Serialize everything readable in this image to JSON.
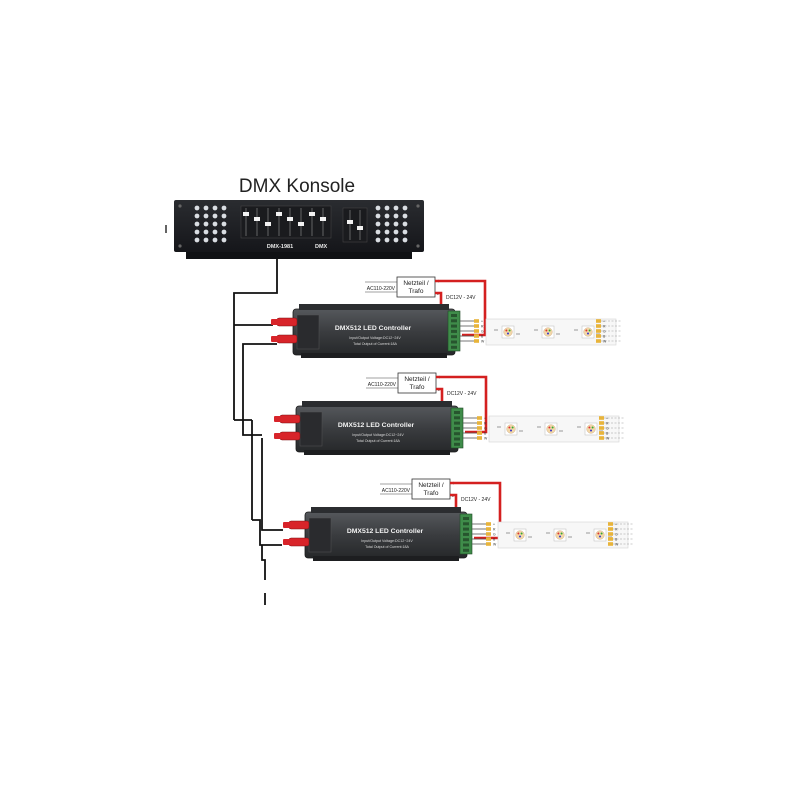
{
  "console": {
    "title": "DMX Konsole",
    "model": "DMX-1981",
    "dmx_text": "DMX"
  },
  "controllers": [
    {
      "label": "DMX512 LED Controller",
      "spec1": "Input/Output Voltage:DC12~24V",
      "spec2": "Total Output of Current:18A",
      "psu_label1": "Netzteil /",
      "psu_label2": "Trafo",
      "ac_label": "AC110-220V",
      "dc_label": "DC12V - 24V"
    },
    {
      "label": "DMX512 LED Controller",
      "spec1": "Input/Output Voltage:DC12~24V",
      "spec2": "Total Output of Current:18A",
      "psu_label1": "Netzteil /",
      "psu_label2": "Trafo",
      "ac_label": "AC110-220V",
      "dc_label": "DC12V - 24V"
    },
    {
      "label": "DMX512 LED Controller",
      "spec1": "Input/Output Voltage:DC12~24V",
      "spec2": "Total Output of Current:18A",
      "psu_label1": "Netzteil /",
      "psu_label2": "Trafo",
      "ac_label": "AC110-220V",
      "dc_label": "DC12V - 24V"
    }
  ],
  "strip_pins": [
    "+",
    "R",
    "G",
    "B",
    "W"
  ],
  "colors": {
    "device_body": "#3a3c3f",
    "device_dark": "#1f2022",
    "power_wire": "#d42020",
    "signal_wire": "#111111",
    "xlr_red": "#d8242a",
    "terminal_green": "#3f8c4a",
    "pin_gold": "#e8b43a"
  },
  "icons": {
    "console": "dmx-console-icon",
    "xlr": "xlr-connector-icon",
    "led": "rgbw-led-icon"
  }
}
